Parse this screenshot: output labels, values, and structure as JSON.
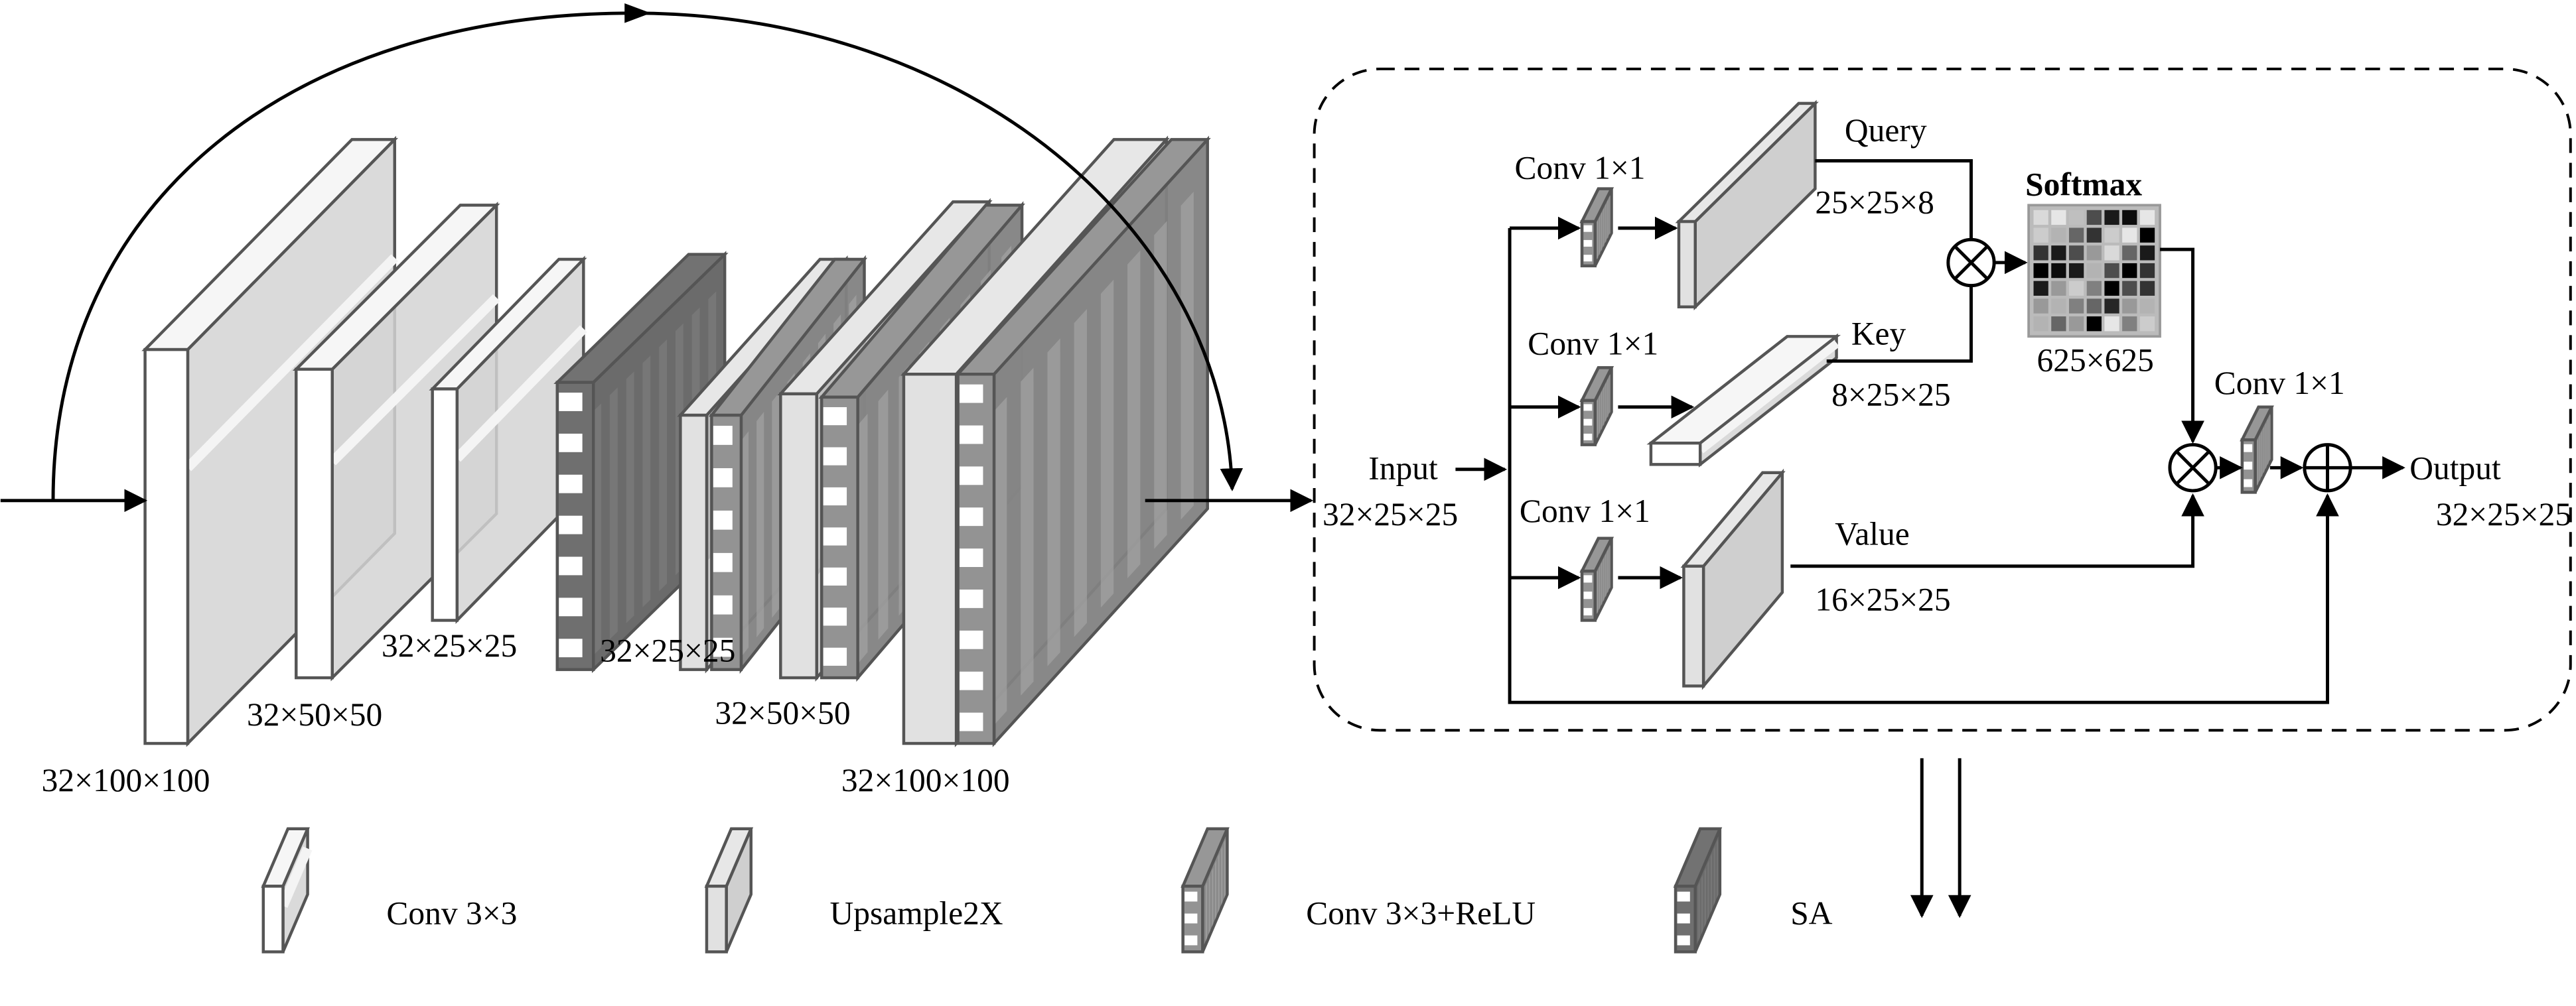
{
  "encoder_decoder": {
    "labels": [
      "32×100×100",
      "32×50×50",
      "32×25×25",
      "32×25×25",
      "32×50×50",
      "32×100×100"
    ]
  },
  "attention": {
    "input_label": "Input",
    "input_shape": "32×25×25",
    "conv_query": "Conv 1×1",
    "conv_key": "Conv 1×1",
    "conv_value": "Conv 1×1",
    "conv_out": "Conv 1×1",
    "query_label": "Query",
    "query_shape": "25×25×8",
    "key_label": "Key",
    "key_shape": "8×25×25",
    "value_label": "Value",
    "value_shape": "16×25×25",
    "softmax_label": "Softmax",
    "softmax_shape": "625×625",
    "output_label": "Output",
    "output_shape": "32×25×25"
  },
  "legend": [
    {
      "label": "Conv 3×3",
      "type": "conv"
    },
    {
      "label": "Upsample2X",
      "type": "upsample"
    },
    {
      "label": "Conv 3×3+ReLU",
      "type": "relu"
    },
    {
      "label": "SA",
      "type": "sa"
    }
  ],
  "colors": {
    "conv": "#e4e4e4",
    "upsample": "#d6d6d6",
    "relu": "#8c8c8c",
    "sa": "#6a6a6a",
    "stroke": "#555555"
  }
}
